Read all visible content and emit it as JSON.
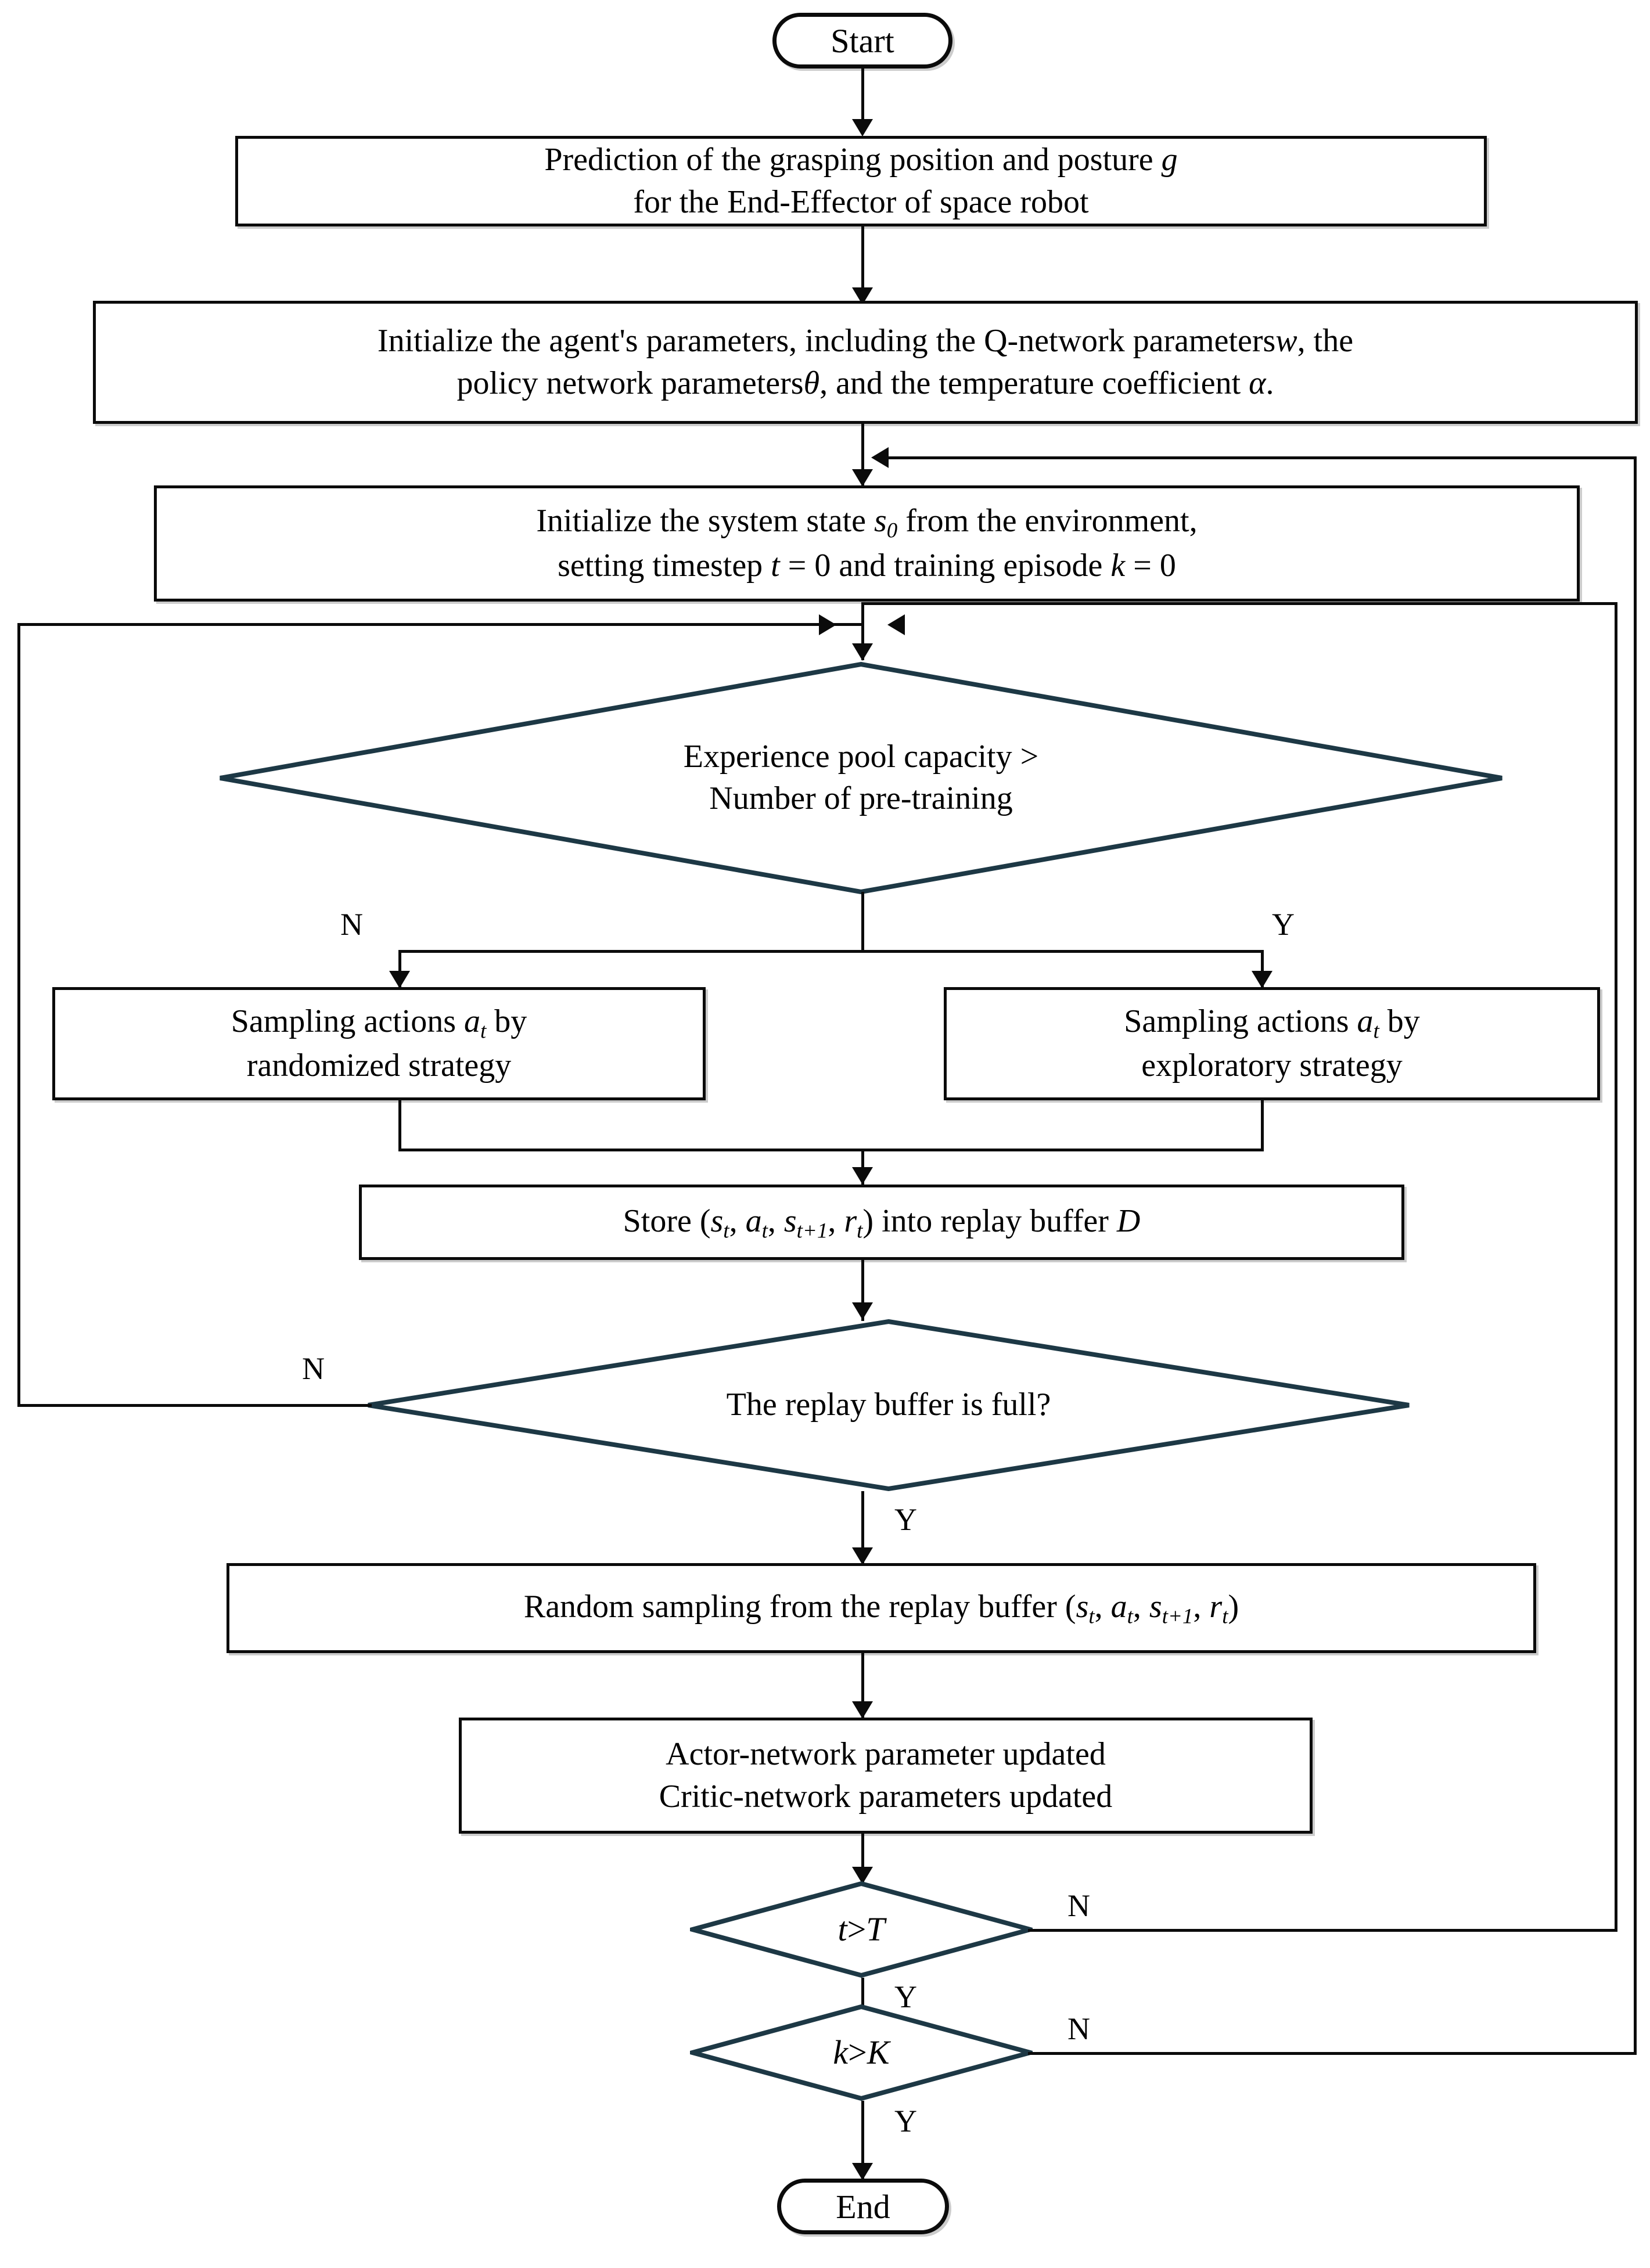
{
  "diagram": {
    "title": "SAC training flowchart for space robot grasping",
    "colors": {
      "background": "#ffffff",
      "box_border": "#0b0b0b",
      "decision_border": "#1d3845",
      "text": "#000000"
    },
    "nodes": {
      "start": {
        "label": "Start",
        "shape": "terminator"
      },
      "prediction": {
        "line1_a": "Prediction of the grasping position and posture ",
        "line1_var": "g",
        "line2": "for the End-Effector of space robot",
        "shape": "process"
      },
      "init_params": {
        "l1_a": "Initialize the agent's parameters, including the Q-network parameters",
        "l1_v1": "w",
        "l1_b": ", the",
        "l2_a": "policy network parameters",
        "l2_v1": "θ",
        "l2_b": ", and the temperature coefficient ",
        "l2_v2": "α",
        "l2_c": ".",
        "shape": "process"
      },
      "init_state": {
        "l1_a": "Initialize the system state ",
        "l1_v": "s",
        "l1_sub": "0",
        "l1_b": " from the environment,",
        "l2_a": "setting  timestep ",
        "l2_v1": "t",
        "l2_b": " = 0 and training episode ",
        "l2_v2": "k",
        "l2_c": " = 0",
        "shape": "process"
      },
      "pool_check": {
        "l1": "Experience pool capacity >",
        "l2": "Number of pre-training",
        "shape": "decision"
      },
      "rand_action": {
        "l1_a": "Sampling actions ",
        "l1_v": "a",
        "l1_sub": "t",
        "l1_b": " by",
        "l2": "randomized strategy",
        "shape": "process"
      },
      "expl_action": {
        "l1_a": "Sampling actions ",
        "l1_v": "a",
        "l1_sub": "t",
        "l1_b": " by",
        "l2": "exploratory strategy",
        "shape": "process"
      },
      "store": {
        "a": "Store (",
        "v1": "s",
        "s1": "t",
        "c1": ", ",
        "v2": "a",
        "s2": "t",
        "c2": ", ",
        "v3": "s",
        "s3": "t+1",
        "c3": ", ",
        "v4": "r",
        "s4": "t",
        "b": ") into replay buffer ",
        "v5": "D",
        "shape": "process"
      },
      "buffer_full": {
        "label": "The replay buffer is full?",
        "shape": "decision"
      },
      "random_sample": {
        "a": "Random sampling from the replay buffer (",
        "v1": "s",
        "s1": "t",
        "c1": ", ",
        "v2": "a",
        "s2": "t",
        "c2": ", ",
        "v3": "s",
        "s3": "t+1",
        "c3": ", ",
        "v4": "r",
        "s4": "t",
        "b": ")",
        "shape": "process"
      },
      "update_nets": {
        "l1": "Actor-network parameter updated",
        "l2": "Critic-network parameters updated",
        "shape": "process"
      },
      "t_check": {
        "v1": "t",
        "op": " > ",
        "v2": "T",
        "shape": "decision"
      },
      "k_check": {
        "v1": "k",
        "op": " > ",
        "v2": "K",
        "shape": "decision"
      },
      "end": {
        "label": "End",
        "shape": "terminator"
      }
    },
    "edge_labels": {
      "pool_no": "N",
      "pool_yes": "Y",
      "buffer_no": "N",
      "buffer_yes": "Y",
      "t_no": "N",
      "t_yes": "Y",
      "k_no": "N",
      "k_yes": "Y"
    }
  }
}
